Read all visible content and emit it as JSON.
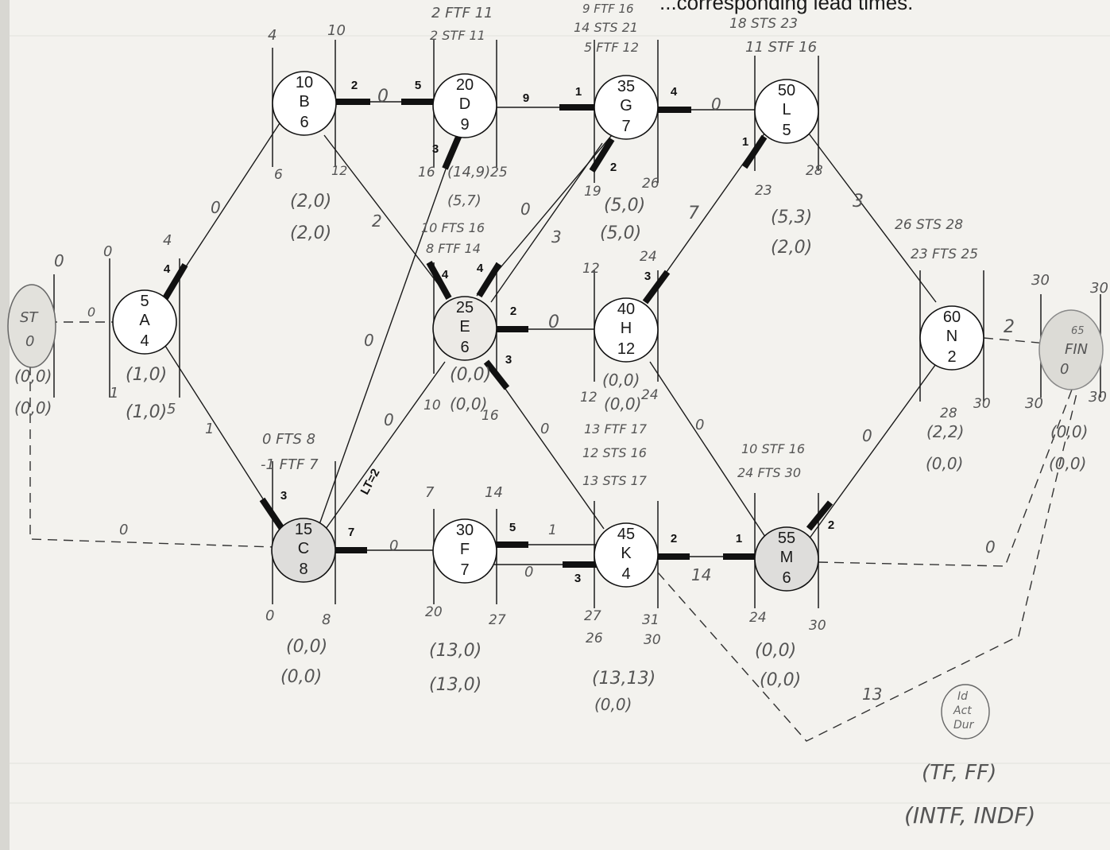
{
  "header_fragment": "...corresponding lead times.",
  "nodes": [
    {
      "key": "A",
      "id": "5",
      "act": "A",
      "dur": "4"
    },
    {
      "key": "B",
      "id": "10",
      "act": "B",
      "dur": "6"
    },
    {
      "key": "C",
      "id": "15",
      "act": "C",
      "dur": "8"
    },
    {
      "key": "D",
      "id": "20",
      "act": "D",
      "dur": "9"
    },
    {
      "key": "E",
      "id": "25",
      "act": "E",
      "dur": "6"
    },
    {
      "key": "F",
      "id": "30",
      "act": "F",
      "dur": "7"
    },
    {
      "key": "G",
      "id": "35",
      "act": "G",
      "dur": "7"
    },
    {
      "key": "H",
      "id": "40",
      "act": "H",
      "dur": "12"
    },
    {
      "key": "K",
      "id": "45",
      "act": "K",
      "dur": "4"
    },
    {
      "key": "L",
      "id": "50",
      "act": "L",
      "dur": "5"
    },
    {
      "key": "M",
      "id": "55",
      "act": "M",
      "dur": "6"
    },
    {
      "key": "N",
      "id": "60",
      "act": "N",
      "dur": "2"
    }
  ],
  "start_node": {
    "label": "ST",
    "value": "0"
  },
  "finish_node": {
    "id": "65",
    "label": "FIN",
    "value": "0"
  },
  "lag_labels": [
    {
      "key": "B-out",
      "text": "2"
    },
    {
      "key": "D-in",
      "text": "5"
    },
    {
      "key": "D-out",
      "text": "9"
    },
    {
      "key": "G-in",
      "text": "1"
    },
    {
      "key": "G-out",
      "text": "4"
    },
    {
      "key": "D-low",
      "text": "3"
    },
    {
      "key": "G-low",
      "text": "2"
    },
    {
      "key": "L-low",
      "text": "1"
    },
    {
      "key": "A-up",
      "text": "4"
    },
    {
      "key": "E-upl",
      "text": "4"
    },
    {
      "key": "E-upr",
      "text": "4"
    },
    {
      "key": "E-right",
      "text": "2"
    },
    {
      "key": "E-low",
      "text": "3"
    },
    {
      "key": "H-up",
      "text": "3"
    },
    {
      "key": "C-up",
      "text": "3"
    },
    {
      "key": "C-right",
      "text": "7"
    },
    {
      "key": "F-right",
      "text": "5"
    },
    {
      "key": "K-left",
      "text": "3"
    },
    {
      "key": "K-right",
      "text": "2"
    },
    {
      "key": "M-left",
      "text": "1"
    },
    {
      "key": "M-up",
      "text": "2"
    },
    {
      "key": "LT",
      "text": "LT=2"
    }
  ],
  "handwritten": {
    "st_top": "0",
    "st_line": "0",
    "st_tf": "(0,0)",
    "st_ff": "(0,0)",
    "a_es": "0",
    "a_ef": "4",
    "a_ls": "1",
    "a_lf": "5",
    "a_tf": "(1,0)",
    "a_ff": "(1,0)",
    "a_b_rel": "0",
    "a_c_rel": "1",
    "b_es": "4",
    "b_ef": "10",
    "b_ls": "6",
    "b_lf": "12",
    "b_tf": "(2,0)",
    "b_ff": "(2,0)",
    "b_d_rel": "0",
    "b_e_rel": "2",
    "c_es": "0",
    "c_ef": "8",
    "c_tf": "(0,0)",
    "c_ff": "(0,0)",
    "c_rel1": "0 FTS 8",
    "c_rel2": "-1 FTF 7",
    "c_e_rel": "0",
    "c_d_rel": "0",
    "c_f_rel": "0",
    "d_rel1": "2 FTF 11",
    "d_rel2": "2 STF 11",
    "d_ls": "16",
    "d_lf": "25",
    "d_tf": "(14,9)",
    "d_ff": "(5,7)",
    "d_e_rel": "0",
    "e_rel1": "10 FTS 16",
    "e_rel2": "8 FTF 14",
    "e_ls": "10",
    "e_lf": "16",
    "e_tf": "(0,0)",
    "e_ff": "(0,0)",
    "e_g_rel": "3",
    "e_h_rel": "0",
    "e_k_rel": "0",
    "f_es": "7",
    "f_ef": "14",
    "f_ls": "20",
    "f_lf": "27",
    "f_tf": "(13,0)",
    "f_ff": "(13,0)",
    "f_k_rel": "1",
    "f_k_rel2": "0",
    "g_rel1": "9 FTF 16",
    "g_rel2": "14 STS 21",
    "g_rel3": "5 FTF 12",
    "g_ls": "19",
    "g_lf": "26",
    "g_tf": "(5,0)",
    "g_ff": "(5,0)",
    "g_l_rel": "0",
    "h_es": "12",
    "h_ef": "24",
    "h_ls": "12",
    "h_lf": "24",
    "h_tf": "(0,0)",
    "h_ff": "(0,0)",
    "h_l_rel": "7",
    "h_m_rel": "0",
    "k_rel1": "13 FTF 17",
    "k_rel2": "12 STS 16",
    "k_rel3": "13 STS 17",
    "k_ls": "27",
    "k_lf": "31",
    "k_es2": "26",
    "k_ef2": "30",
    "k_tf": "(13,13)",
    "k_ff": "(0,0)",
    "k_m_rel": "14",
    "k_fin_rel": "13",
    "l_rel1": "18 STS 23",
    "l_rel2": "11 STF 16",
    "l_ls": "23",
    "l_lf": "28",
    "l_tf": "(5,3)",
    "l_ff": "(2,0)",
    "l_n_rel": "3",
    "m_rel1": "10 STF 16",
    "m_rel2": "24 FTS 30",
    "m_ls": "24",
    "m_lf": "30",
    "m_tf": "(0,0)",
    "m_ff": "(0,0)",
    "m_n_rel": "0",
    "m_fin_rel": "0",
    "n_rel1": "26 STS 28",
    "n_rel2": "23 FTS 25",
    "n_ls": "28",
    "n_lf": "30",
    "n_tf": "(2,2)",
    "n_ff": "(0,0)",
    "n_fin_rel": "2",
    "fin_es": "30",
    "fin_ef": "30",
    "fin_ls": "30",
    "fin_lf": "30",
    "fin_tf": "(0,0)",
    "fin_ff": "(0,0)",
    "dashed_start": "0"
  },
  "legend": {
    "circle_lines": [
      "Id",
      "Act",
      "Dur"
    ],
    "line1": "(TF, FF)",
    "line2": "(INTF, INDF)"
  }
}
